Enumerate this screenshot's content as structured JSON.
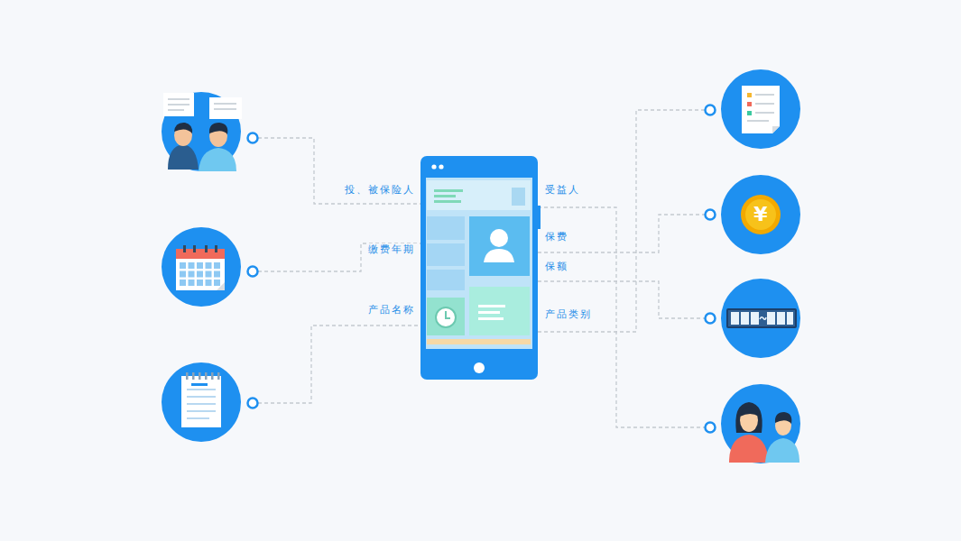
{
  "diagram": {
    "labels": [
      "投、被保险人",
      "缴费年期",
      "产品名称",
      "受益人",
      "保费",
      "保额",
      "产品类别",
      "¥"
    ]
  }
}
